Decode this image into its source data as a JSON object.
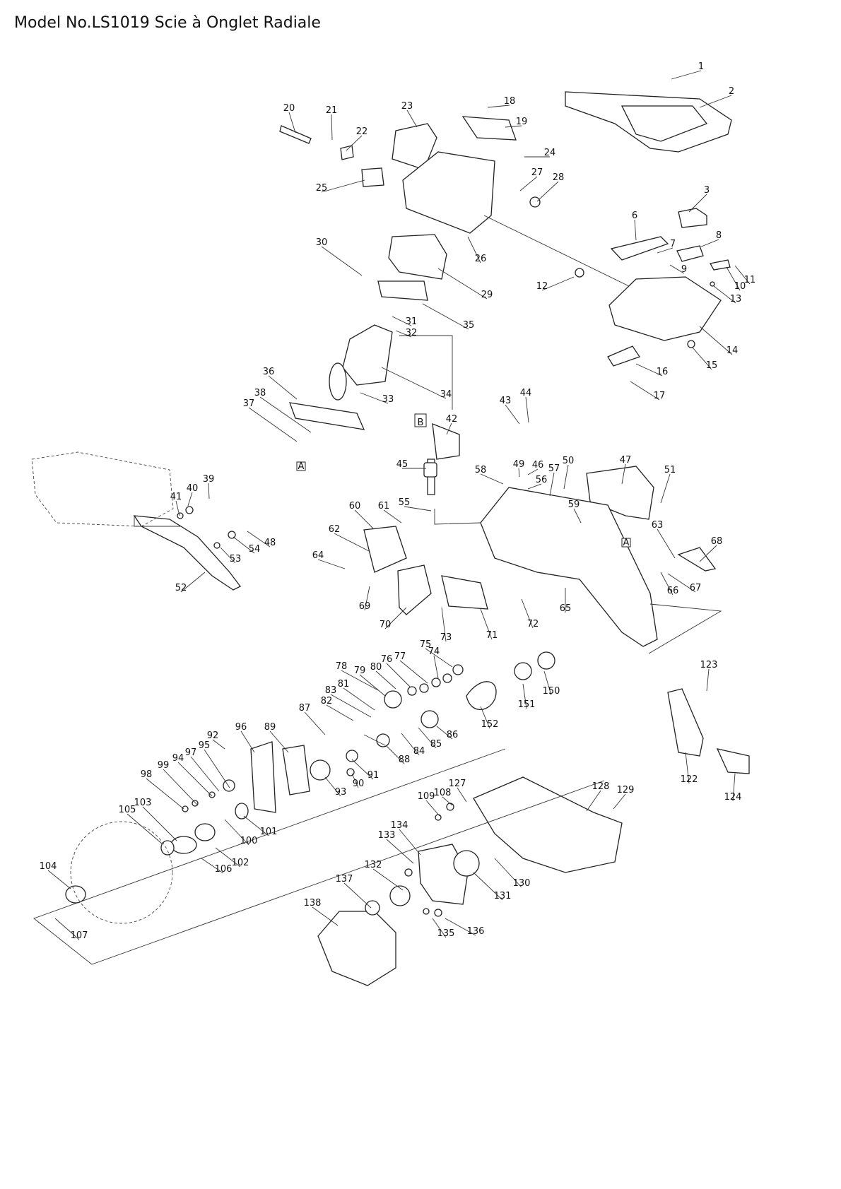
{
  "title": "Model No.LS1019 Scie à Onglet Radiale",
  "reference_marks": [
    "A",
    "B"
  ],
  "parts": [
    {
      "no": "1"
    },
    {
      "no": "2"
    },
    {
      "no": "3"
    },
    {
      "no": "6"
    },
    {
      "no": "7"
    },
    {
      "no": "8"
    },
    {
      "no": "9"
    },
    {
      "no": "10"
    },
    {
      "no": "11"
    },
    {
      "no": "12"
    },
    {
      "no": "13"
    },
    {
      "no": "14"
    },
    {
      "no": "15"
    },
    {
      "no": "16"
    },
    {
      "no": "17"
    },
    {
      "no": "18"
    },
    {
      "no": "19"
    },
    {
      "no": "20"
    },
    {
      "no": "21"
    },
    {
      "no": "22"
    },
    {
      "no": "23"
    },
    {
      "no": "24"
    },
    {
      "no": "25"
    },
    {
      "no": "26"
    },
    {
      "no": "27"
    },
    {
      "no": "28"
    },
    {
      "no": "29"
    },
    {
      "no": "30"
    },
    {
      "no": "31"
    },
    {
      "no": "32"
    },
    {
      "no": "33"
    },
    {
      "no": "34"
    },
    {
      "no": "35"
    },
    {
      "no": "36"
    },
    {
      "no": "37"
    },
    {
      "no": "38"
    },
    {
      "no": "39"
    },
    {
      "no": "40"
    },
    {
      "no": "41"
    },
    {
      "no": "42"
    },
    {
      "no": "43"
    },
    {
      "no": "44"
    },
    {
      "no": "45"
    },
    {
      "no": "46"
    },
    {
      "no": "47"
    },
    {
      "no": "48"
    },
    {
      "no": "49"
    },
    {
      "no": "50"
    },
    {
      "no": "51"
    },
    {
      "no": "52"
    },
    {
      "no": "53"
    },
    {
      "no": "54"
    },
    {
      "no": "55"
    },
    {
      "no": "56"
    },
    {
      "no": "57"
    },
    {
      "no": "58"
    },
    {
      "no": "59"
    },
    {
      "no": "60"
    },
    {
      "no": "61"
    },
    {
      "no": "62"
    },
    {
      "no": "63"
    },
    {
      "no": "64"
    },
    {
      "no": "65"
    },
    {
      "no": "66"
    },
    {
      "no": "67"
    },
    {
      "no": "68"
    },
    {
      "no": "69"
    },
    {
      "no": "70"
    },
    {
      "no": "71"
    },
    {
      "no": "72"
    },
    {
      "no": "73"
    },
    {
      "no": "74"
    },
    {
      "no": "75"
    },
    {
      "no": "76"
    },
    {
      "no": "77"
    },
    {
      "no": "78"
    },
    {
      "no": "79"
    },
    {
      "no": "80"
    },
    {
      "no": "81"
    },
    {
      "no": "82"
    },
    {
      "no": "83"
    },
    {
      "no": "84"
    },
    {
      "no": "85"
    },
    {
      "no": "86"
    },
    {
      "no": "87"
    },
    {
      "no": "88"
    },
    {
      "no": "89"
    },
    {
      "no": "90"
    },
    {
      "no": "91"
    },
    {
      "no": "92"
    },
    {
      "no": "93"
    },
    {
      "no": "94"
    },
    {
      "no": "95"
    },
    {
      "no": "96"
    },
    {
      "no": "97"
    },
    {
      "no": "98"
    },
    {
      "no": "99"
    },
    {
      "no": "100"
    },
    {
      "no": "101"
    },
    {
      "no": "102"
    },
    {
      "no": "103"
    },
    {
      "no": "104"
    },
    {
      "no": "105"
    },
    {
      "no": "106"
    },
    {
      "no": "107"
    },
    {
      "no": "108"
    },
    {
      "no": "109"
    },
    {
      "no": "122"
    },
    {
      "no": "123"
    },
    {
      "no": "124"
    },
    {
      "no": "127"
    },
    {
      "no": "128"
    },
    {
      "no": "129"
    },
    {
      "no": "130"
    },
    {
      "no": "131"
    },
    {
      "no": "132"
    },
    {
      "no": "133"
    },
    {
      "no": "134"
    },
    {
      "no": "135"
    },
    {
      "no": "136"
    },
    {
      "no": "137"
    },
    {
      "no": "138"
    },
    {
      "no": "150"
    },
    {
      "no": "151"
    },
    {
      "no": "152"
    }
  ]
}
